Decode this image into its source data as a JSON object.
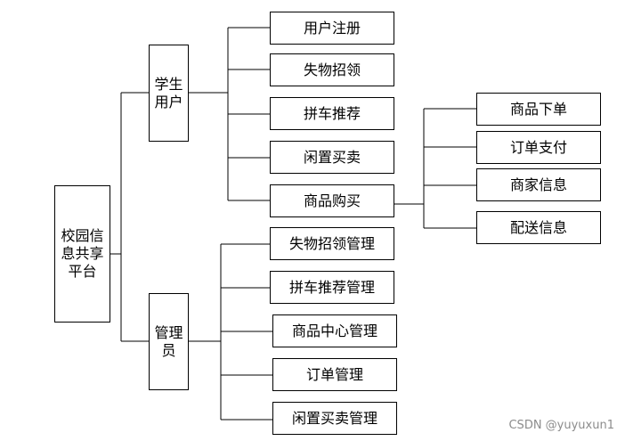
{
  "root": {
    "label": "校园信\n息共享\n平台"
  },
  "student": {
    "label": "学生\n用户",
    "items": [
      "用户注册",
      "失物招领",
      "拼车推荐",
      "闲置买卖",
      "商品购买"
    ]
  },
  "purchase": {
    "items": [
      "商品下单",
      "订单支付",
      "商家信息",
      "配送信息"
    ]
  },
  "admin": {
    "label": "管理\n员",
    "items": [
      "失物招领管理",
      "拼车推荐管理",
      "商品中心管理",
      "订单管理",
      "闲置买卖管理"
    ]
  },
  "watermark": "CSDN @yuyuxun1"
}
